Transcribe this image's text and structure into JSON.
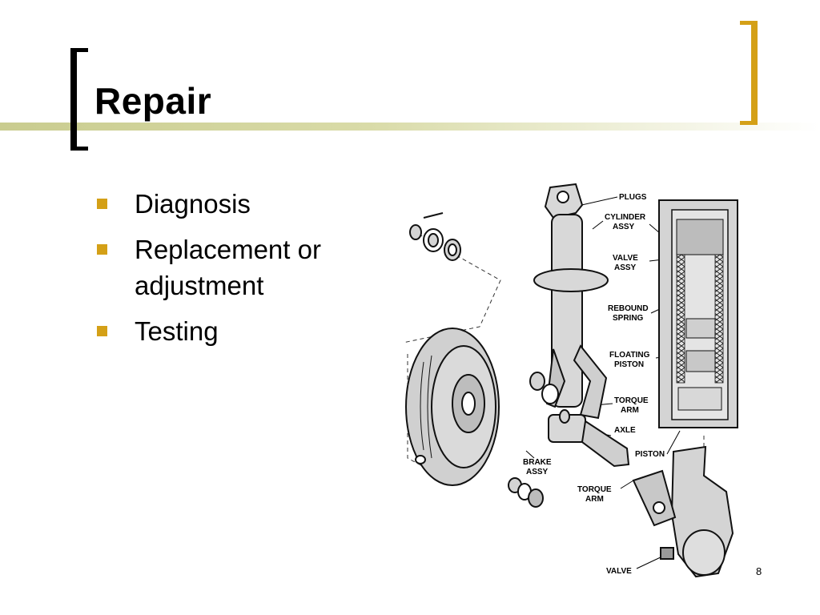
{
  "slide": {
    "title": "Repair",
    "bullets": [
      "Diagnosis",
      "Replacement or adjustment",
      "Testing"
    ],
    "page_number": "8"
  },
  "diagram": {
    "labels": {
      "plugs": "PLUGS",
      "cylinder_1": "CYLINDER",
      "cylinder_2": "ASSY",
      "valve_assy_1": "VALVE",
      "valve_assy_2": "ASSY",
      "rebound_1": "REBOUND",
      "rebound_2": "SPRING",
      "floating_1": "FLOATING",
      "floating_2": "PISTON",
      "torque_upper_1": "TORQUE",
      "torque_upper_2": "ARM",
      "axle": "AXLE",
      "piston": "PISTON",
      "brake_1": "BRAKE",
      "brake_2": "ASSY",
      "torque_lower_1": "TORQUE",
      "torque_lower_2": "ARM",
      "valve": "VALVE"
    }
  },
  "colors": {
    "accent": "#d4a017",
    "band": "#c9cc8f",
    "part_fill": "#d8d8d8",
    "part_dark": "#a8a8a8"
  }
}
